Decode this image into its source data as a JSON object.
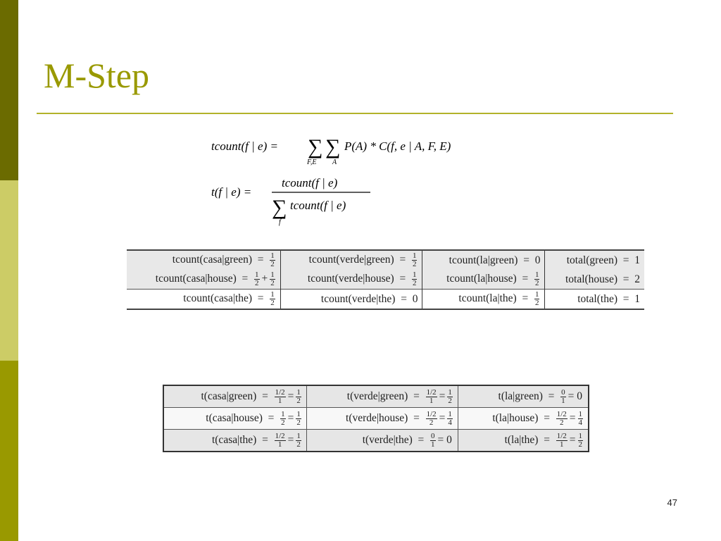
{
  "slide": {
    "title": "M-Step",
    "page_number": "47"
  },
  "formulas": {
    "f1": {
      "lhs": "tcount(f | e) =",
      "sum1_sub": "F,E",
      "sum2_sub": "A",
      "body": "P(A) * C(f, e | A, F, E)"
    },
    "f2": {
      "lhs": "t(f | e) =",
      "numerator": "tcount(f | e)",
      "denominator": "tcount(f | e)",
      "sum_sub": "f"
    }
  },
  "tcount_table": {
    "rows": [
      [
        {
          "label": "tcount(casa|green)",
          "eq": "=",
          "val": [
            {
              "n": "1",
              "d": "2"
            }
          ]
        },
        {
          "label": "tcount(verde|green)",
          "eq": "=",
          "val": [
            {
              "n": "1",
              "d": "2"
            }
          ]
        },
        {
          "label": "tcount(la|green)",
          "eq": "=",
          "text": "0"
        },
        {
          "label": "total(green)",
          "eq": "=",
          "text": "1"
        }
      ],
      [
        {
          "label": "tcount(casa|house)",
          "eq": "=",
          "val": [
            {
              "n": "1",
              "d": "2"
            },
            {
              "op": "+"
            },
            {
              "n": "1",
              "d": "2"
            }
          ]
        },
        {
          "label": "tcount(verde|house)",
          "eq": "=",
          "val": [
            {
              "n": "1",
              "d": "2"
            }
          ]
        },
        {
          "label": "tcount(la|house)",
          "eq": "=",
          "val": [
            {
              "n": "1",
              "d": "2"
            }
          ]
        },
        {
          "label": "total(house)",
          "eq": "=",
          "text": "2"
        }
      ],
      [
        {
          "label": "tcount(casa|the)",
          "eq": "=",
          "val": [
            {
              "n": "1",
              "d": "2"
            }
          ]
        },
        {
          "label": "tcount(verde|the)",
          "eq": "=",
          "text": "0"
        },
        {
          "label": "tcount(la|the)",
          "eq": "=",
          "val": [
            {
              "n": "1",
              "d": "2"
            }
          ]
        },
        {
          "label": "total(the)",
          "eq": "=",
          "text": "1"
        }
      ]
    ]
  },
  "t_table": {
    "rows": [
      [
        {
          "label": "t(casa|green)",
          "eq": "=",
          "val": [
            {
              "n": "1/2",
              "d": "1"
            },
            {
              "op": "="
            },
            {
              "n": "1",
              "d": "2"
            }
          ]
        },
        {
          "label": "t(verde|green)",
          "eq": "=",
          "val": [
            {
              "n": "1/2",
              "d": "1"
            },
            {
              "op": "="
            },
            {
              "n": "1",
              "d": "2"
            }
          ]
        },
        {
          "label": "t(la|green)",
          "eq": "=",
          "val": [
            {
              "n": "0",
              "d": "1"
            },
            {
              "op": "= 0"
            }
          ]
        }
      ],
      [
        {
          "label": "t(casa|house)",
          "eq": "=",
          "val": [
            {
              "n": "1",
              "d": "2"
            },
            {
              "op": "="
            },
            {
              "n": "1",
              "d": "2"
            }
          ]
        },
        {
          "label": "t(verde|house)",
          "eq": "=",
          "val": [
            {
              "n": "1/2",
              "d": "2"
            },
            {
              "op": "="
            },
            {
              "n": "1",
              "d": "4"
            }
          ]
        },
        {
          "label": "t(la|house)",
          "eq": "=",
          "val": [
            {
              "n": "1/2",
              "d": "2"
            },
            {
              "op": "="
            },
            {
              "n": "1",
              "d": "4"
            }
          ]
        }
      ],
      [
        {
          "label": "t(casa|the)",
          "eq": "=",
          "val": [
            {
              "n": "1/2",
              "d": "1"
            },
            {
              "op": "="
            },
            {
              "n": "1",
              "d": "2"
            }
          ]
        },
        {
          "label": "t(verde|the)",
          "eq": "=",
          "val": [
            {
              "n": "0",
              "d": "1"
            },
            {
              "op": "= 0"
            }
          ]
        },
        {
          "label": "t(la|the)",
          "eq": "=",
          "val": [
            {
              "n": "1/2",
              "d": "1"
            },
            {
              "op": "="
            },
            {
              "n": "1",
              "d": "2"
            }
          ]
        }
      ]
    ]
  },
  "colors": {
    "accent": "#999900",
    "sidebar_dark": "#6b6b00",
    "sidebar_light": "#cccc66"
  }
}
